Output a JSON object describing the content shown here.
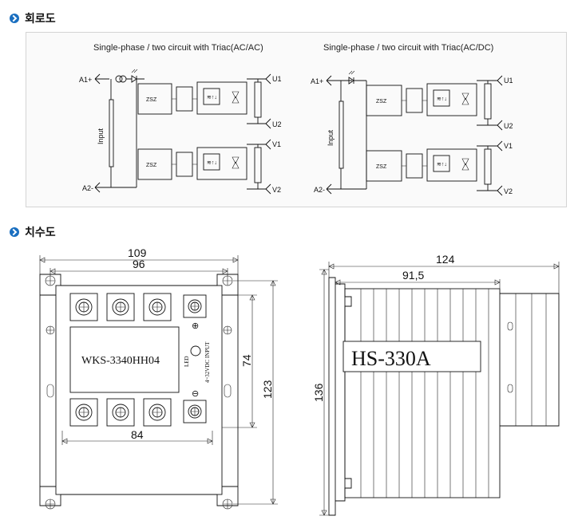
{
  "sections": {
    "circuit": "회로도",
    "dimensions": "치수도"
  },
  "circuit_left": {
    "title": "Single-phase / two circuit  with Triac(AC/AC)",
    "a1": "A1+",
    "a2": "A2-",
    "input": "Input",
    "u1": "U1",
    "u2": "U2",
    "v1": "V1",
    "v2": "V2",
    "zsz": "ZSZ"
  },
  "circuit_right": {
    "title": "Single-phase / two circuit  with Triac(AC/DC)",
    "a1": "A1+",
    "a2": "A2-",
    "input": "Input",
    "u1": "U1",
    "u2": "U2",
    "v1": "V1",
    "v2": "V2",
    "zsz": "ZSZ"
  },
  "front_view": {
    "dim_width_total": "109",
    "dim_width_holes": "96",
    "dim_height_inner": "74",
    "dim_height_total": "123",
    "dim_bottom": "84",
    "model": "WKS-3340HH04",
    "led_label": "LED",
    "input_label": "4~32VDC INPUT",
    "plus_symbol": "⊕",
    "minus_symbol": "⊖"
  },
  "side_view": {
    "dim_total_width": "124",
    "dim_heatsink_width": "91,5",
    "dim_height": "136",
    "heatsink_model": "HS-330A"
  }
}
